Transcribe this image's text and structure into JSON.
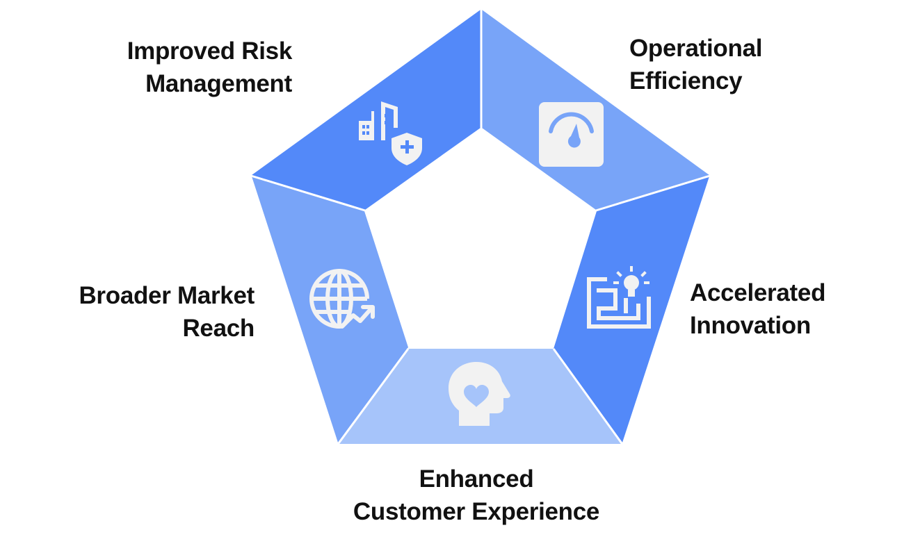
{
  "diagram": {
    "type": "pentagon-segments",
    "segments": [
      {
        "id": "risk",
        "lines": [
          "Improved Risk",
          "Management"
        ],
        "icon": "building-shield-icon",
        "color": "#5389f9"
      },
      {
        "id": "ops",
        "lines": [
          "Operational",
          "Efficiency"
        ],
        "icon": "gauge-icon",
        "color": "#78a4f8"
      },
      {
        "id": "innov",
        "lines": [
          "Accelerated",
          "Innovation"
        ],
        "icon": "maze-lightbulb-icon",
        "color": "#5389f9"
      },
      {
        "id": "cx",
        "lines": [
          "Enhanced",
          "Customer Experience"
        ],
        "icon": "head-heart-icon",
        "color": "#a6c4fa"
      },
      {
        "id": "reach",
        "lines": [
          "Broader Market",
          "Reach"
        ],
        "icon": "globe-growth-icon",
        "color": "#78a4f8"
      }
    ],
    "icon_color": "#f2f2f2"
  }
}
